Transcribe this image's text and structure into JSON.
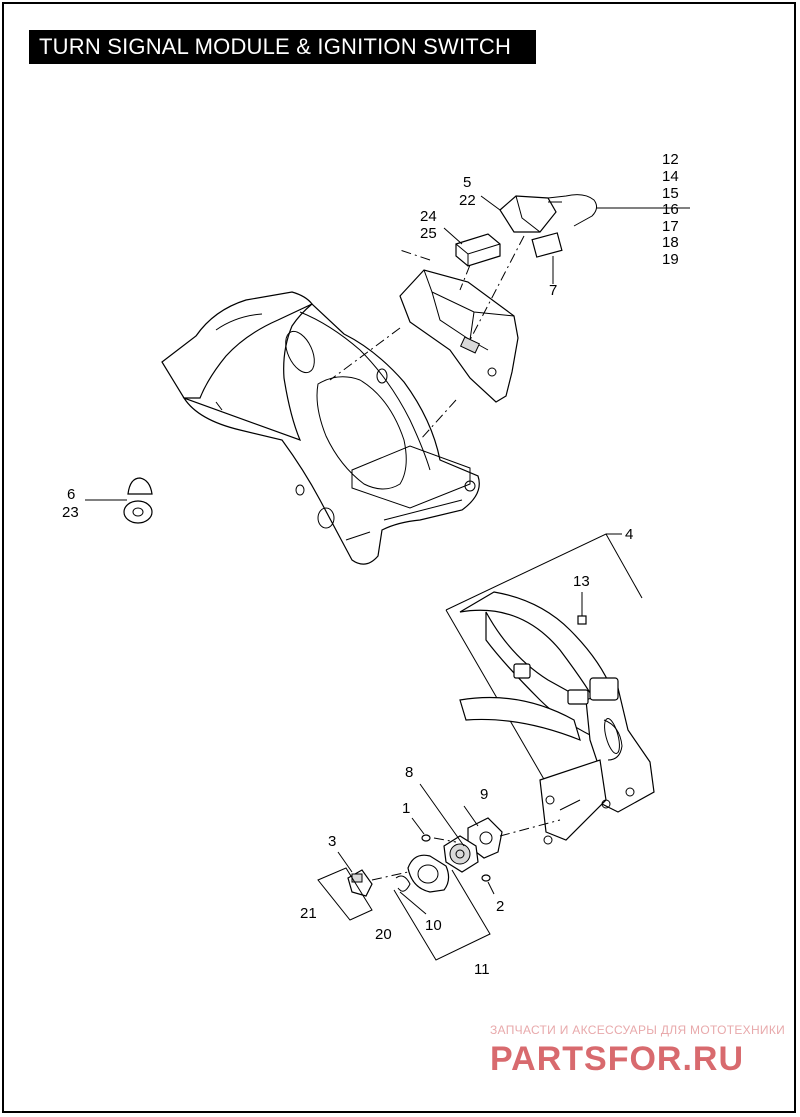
{
  "title": "TURN SIGNAL MODULE & IGNITION SWITCH",
  "callouts": {
    "c12": "12",
    "c14": "14",
    "c15": "15",
    "c16": "16",
    "c17": "17",
    "c18": "18",
    "c19": "19",
    "c5": "5",
    "c22": "22",
    "c24": "24",
    "c25": "25",
    "c7": "7",
    "c6": "6",
    "c23": "23",
    "c4": "4",
    "c13": "13",
    "c8": "8",
    "c9": "9",
    "c1": "1",
    "c3": "3",
    "c2": "2",
    "c21": "21",
    "c10": "10",
    "c20": "20",
    "c11": "11"
  },
  "watermark": {
    "tagline": "ЗАПЧАСТИ И АКСЕССУАРЫ ДЛЯ МОТОТЕХНИКИ",
    "logo": "PARTSFOR.RU"
  }
}
